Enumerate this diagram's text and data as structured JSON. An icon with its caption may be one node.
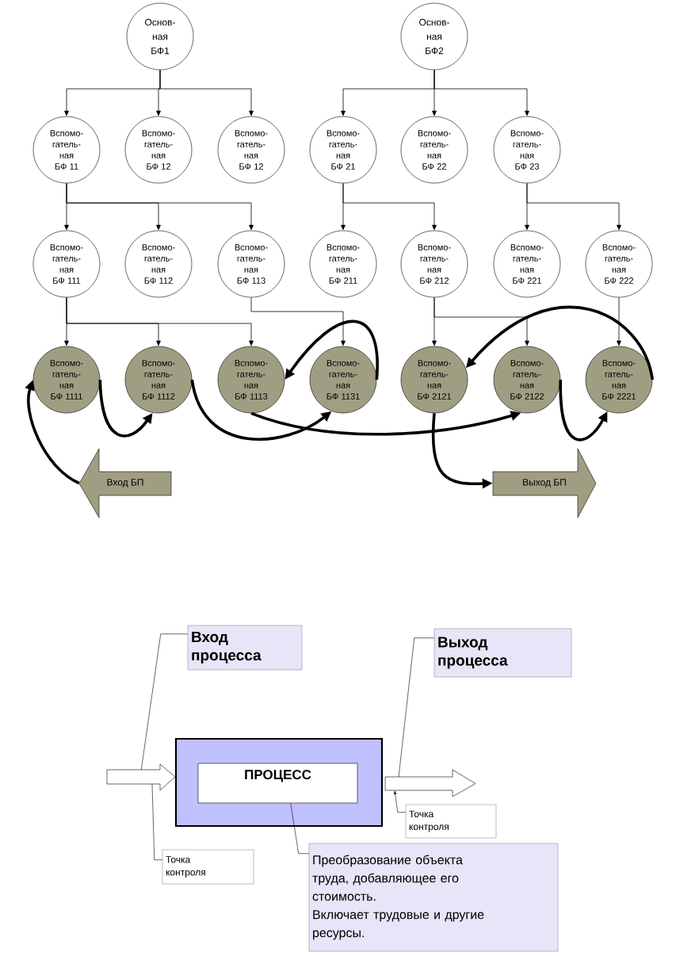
{
  "diagram": {
    "nodes": [
      {
        "text": [
          "Основ- ная БФ1"
        ]
      },
      {
        "text": [
          "Основ- ная БФ2"
        ]
      },
      {
        "text": [
          "Вспомо- гатель- ная БФ 11"
        ]
      },
      {
        "text": [
          "Вспомо- гатель- ная БФ 12"
        ]
      },
      {
        "text": [
          "Вспомо- гатель- ная БФ 12"
        ]
      },
      {
        "text": [
          "Вспомо- гатель- ная БФ 21"
        ]
      },
      {
        "text": [
          "Вспомо- гатель- ная БФ 22"
        ]
      },
      {
        "text": [
          "Вспомо- гатель- ная БФ 23"
        ]
      },
      {
        "text": [
          "Вспомо- гатель- ная БФ 111"
        ]
      },
      {
        "text": [
          "Вспомо- гатель- ная БФ 112"
        ]
      },
      {
        "text": [
          "Вспомо- гатель- ная БФ 113"
        ]
      },
      {
        "text": [
          "Вспомо- гатель- ная БФ 211"
        ]
      },
      {
        "text": [
          "Вспомо- гатель- ная БФ 212"
        ]
      },
      {
        "text": [
          "Вспомо- гатель- ная БФ 221"
        ]
      },
      {
        "text": [
          "Вспомо- гатель- ная БФ 222"
        ]
      },
      {
        "text": [
          "Вспомо- гатель- ная БФ 1111"
        ]
      },
      {
        "text": [
          "Вспомо- гатель- ная БФ 1112"
        ]
      },
      {
        "text": [
          "Вспомо- гатель- ная БФ 1113"
        ]
      },
      {
        "text": [
          "Вспомо- гатель- ная БФ 1131"
        ]
      },
      {
        "text": [
          "Вспомо- гатель- ная БФ 2121"
        ]
      },
      {
        "text": [
          "Вспомо- гатель- ная БФ 2122"
        ]
      },
      {
        "text": [
          "Вспомо- гатель- ная БФ 2221"
        ]
      },
      {
        "text": [
          "Вход БП"
        ]
      },
      {
        "text": [
          "Выход БП"
        ]
      },
      {
        "text": [
          "Вход процесса"
        ]
      },
      {
        "text": [
          "Выход процесса"
        ]
      },
      {
        "text": [],
        "shape": "box"
      },
      {
        "text": [
          "ПРОЦЕСС"
        ],
        "in": 26
      },
      {
        "text": [
          "Точка контроля"
        ]
      },
      {
        "text": [
          "Точка контроля"
        ]
      },
      {
        "text": [
          "Преобразование объекта труда, добавляющее его стоимость.",
          "Включает трудовые и другие ресурсы."
        ]
      }
    ],
    "edges": [
      {
        "from": 0,
        "to": 2,
        "arrow": "to"
      },
      {
        "from": 0,
        "to": 3,
        "arrow": "to"
      },
      {
        "from": 0,
        "to": 4,
        "arrow": "to"
      },
      {
        "from": 1,
        "to": 5,
        "arrow": "to"
      },
      {
        "from": 1,
        "to": 6,
        "arrow": "to"
      },
      {
        "from": 1,
        "to": 7,
        "arrow": "to"
      },
      {
        "from": 2,
        "to": 8,
        "arrow": "to"
      },
      {
        "from": 2,
        "to": 9,
        "arrow": "to"
      },
      {
        "from": 2,
        "to": 10,
        "arrow": "to"
      },
      {
        "from": 5,
        "to": 11,
        "arrow": "to"
      },
      {
        "from": 5,
        "to": 12,
        "arrow": "to"
      },
      {
        "from": 7,
        "to": 13,
        "arrow": "to"
      },
      {
        "from": 7,
        "to": 14,
        "arrow": "to"
      },
      {
        "from": 8,
        "to": 15,
        "arrow": "to"
      },
      {
        "from": 8,
        "to": 16,
        "arrow": "to"
      },
      {
        "from": 8,
        "to": 17,
        "arrow": "to"
      },
      {
        "from": 10,
        "to": 18,
        "arrow": "to"
      },
      {
        "from": 12,
        "to": 19,
        "arrow": "to"
      },
      {
        "from": 12,
        "to": 20,
        "arrow": "to"
      },
      {
        "from": 14,
        "to": 21,
        "arrow": "to"
      },
      {
        "from": 22,
        "to": 15,
        "arrow": "to",
        "style": "thick"
      },
      {
        "from": 15,
        "to": 16,
        "arrow": "to",
        "style": "thick"
      },
      {
        "from": 16,
        "to": 18,
        "arrow": "to",
        "style": "thick"
      },
      {
        "from": 17,
        "to": 20,
        "arrow": "to",
        "style": "thick"
      },
      {
        "from": 18,
        "to": 17,
        "arrow": "to",
        "style": "thick"
      },
      {
        "from": 19,
        "to": 23,
        "arrow": "to",
        "style": "thick"
      },
      {
        "from": 20,
        "to": 21,
        "arrow": "to",
        "style": "thick"
      },
      {
        "from": 21,
        "to": 19,
        "arrow": "to",
        "style": "thick"
      },
      {
        "from": 24,
        "to": null,
        "arrow": "none"
      },
      {
        "from": 25,
        "to": null,
        "arrow": "none"
      },
      {
        "from": 28,
        "to": null,
        "arrow": "to"
      },
      {
        "from": 29,
        "to": null,
        "arrow": "none"
      },
      {
        "from": 30,
        "to": 27,
        "arrow": "none"
      },
      {
        "from": null,
        "to": 26,
        "arrow": "to"
      },
      {
        "from": 26,
        "to": null,
        "arrow": "to"
      }
    ]
  }
}
